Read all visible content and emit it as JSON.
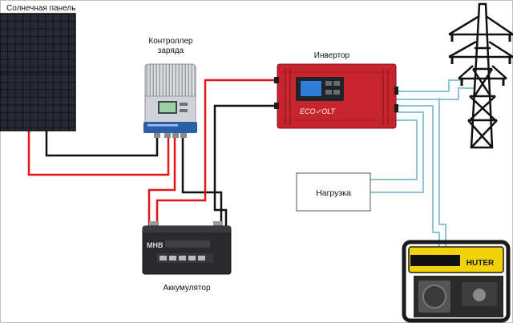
{
  "labels": {
    "solar_panel": "Солнечная панель",
    "controller_line1": "Контроллер",
    "controller_line2": "заряда",
    "inverter": "Инвертор",
    "load": "Нагрузка",
    "battery": "Аккумулятор"
  },
  "device_markings": {
    "inverter_brand": "ECO✓OLT",
    "battery_brand": "MHB",
    "generator_brand": "HUTER"
  },
  "colors": {
    "positive_wire": "#e0141b",
    "negative_wire": "#111111",
    "ac_wire": "#8fc3d9",
    "inverter_body": "#c8242e",
    "controller_body": "#c9ccd1",
    "battery_body": "#2a2a2e",
    "generator_frame": "#1a1a1a",
    "generator_tank": "#f2d20a",
    "solar_panel": "#15161b"
  }
}
